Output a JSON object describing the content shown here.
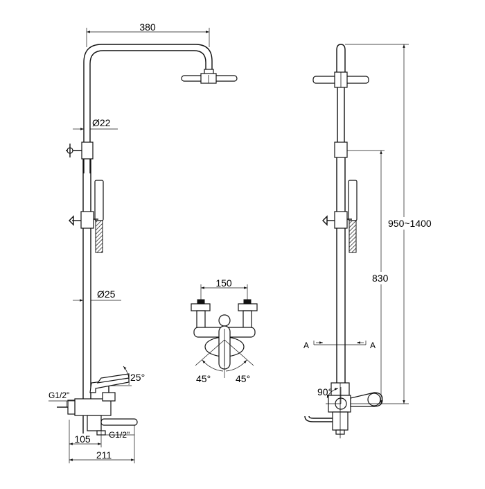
{
  "dimensions": {
    "top_width": "380",
    "arm_diameter": "Ø22",
    "riser_diameter": "Ø25",
    "inlet_spacing": "150",
    "angle_left": "45°",
    "angle_right": "45°",
    "lever_angle": "25°",
    "inlet_thread": "G1/2\"",
    "spout_thread": "G1/2\"",
    "spout_offset": "105",
    "total_depth": "211",
    "height_range": "950~1400",
    "height_fixed": "830",
    "side_lever_angle": "90°",
    "section_left": "A",
    "section_right": "A"
  }
}
